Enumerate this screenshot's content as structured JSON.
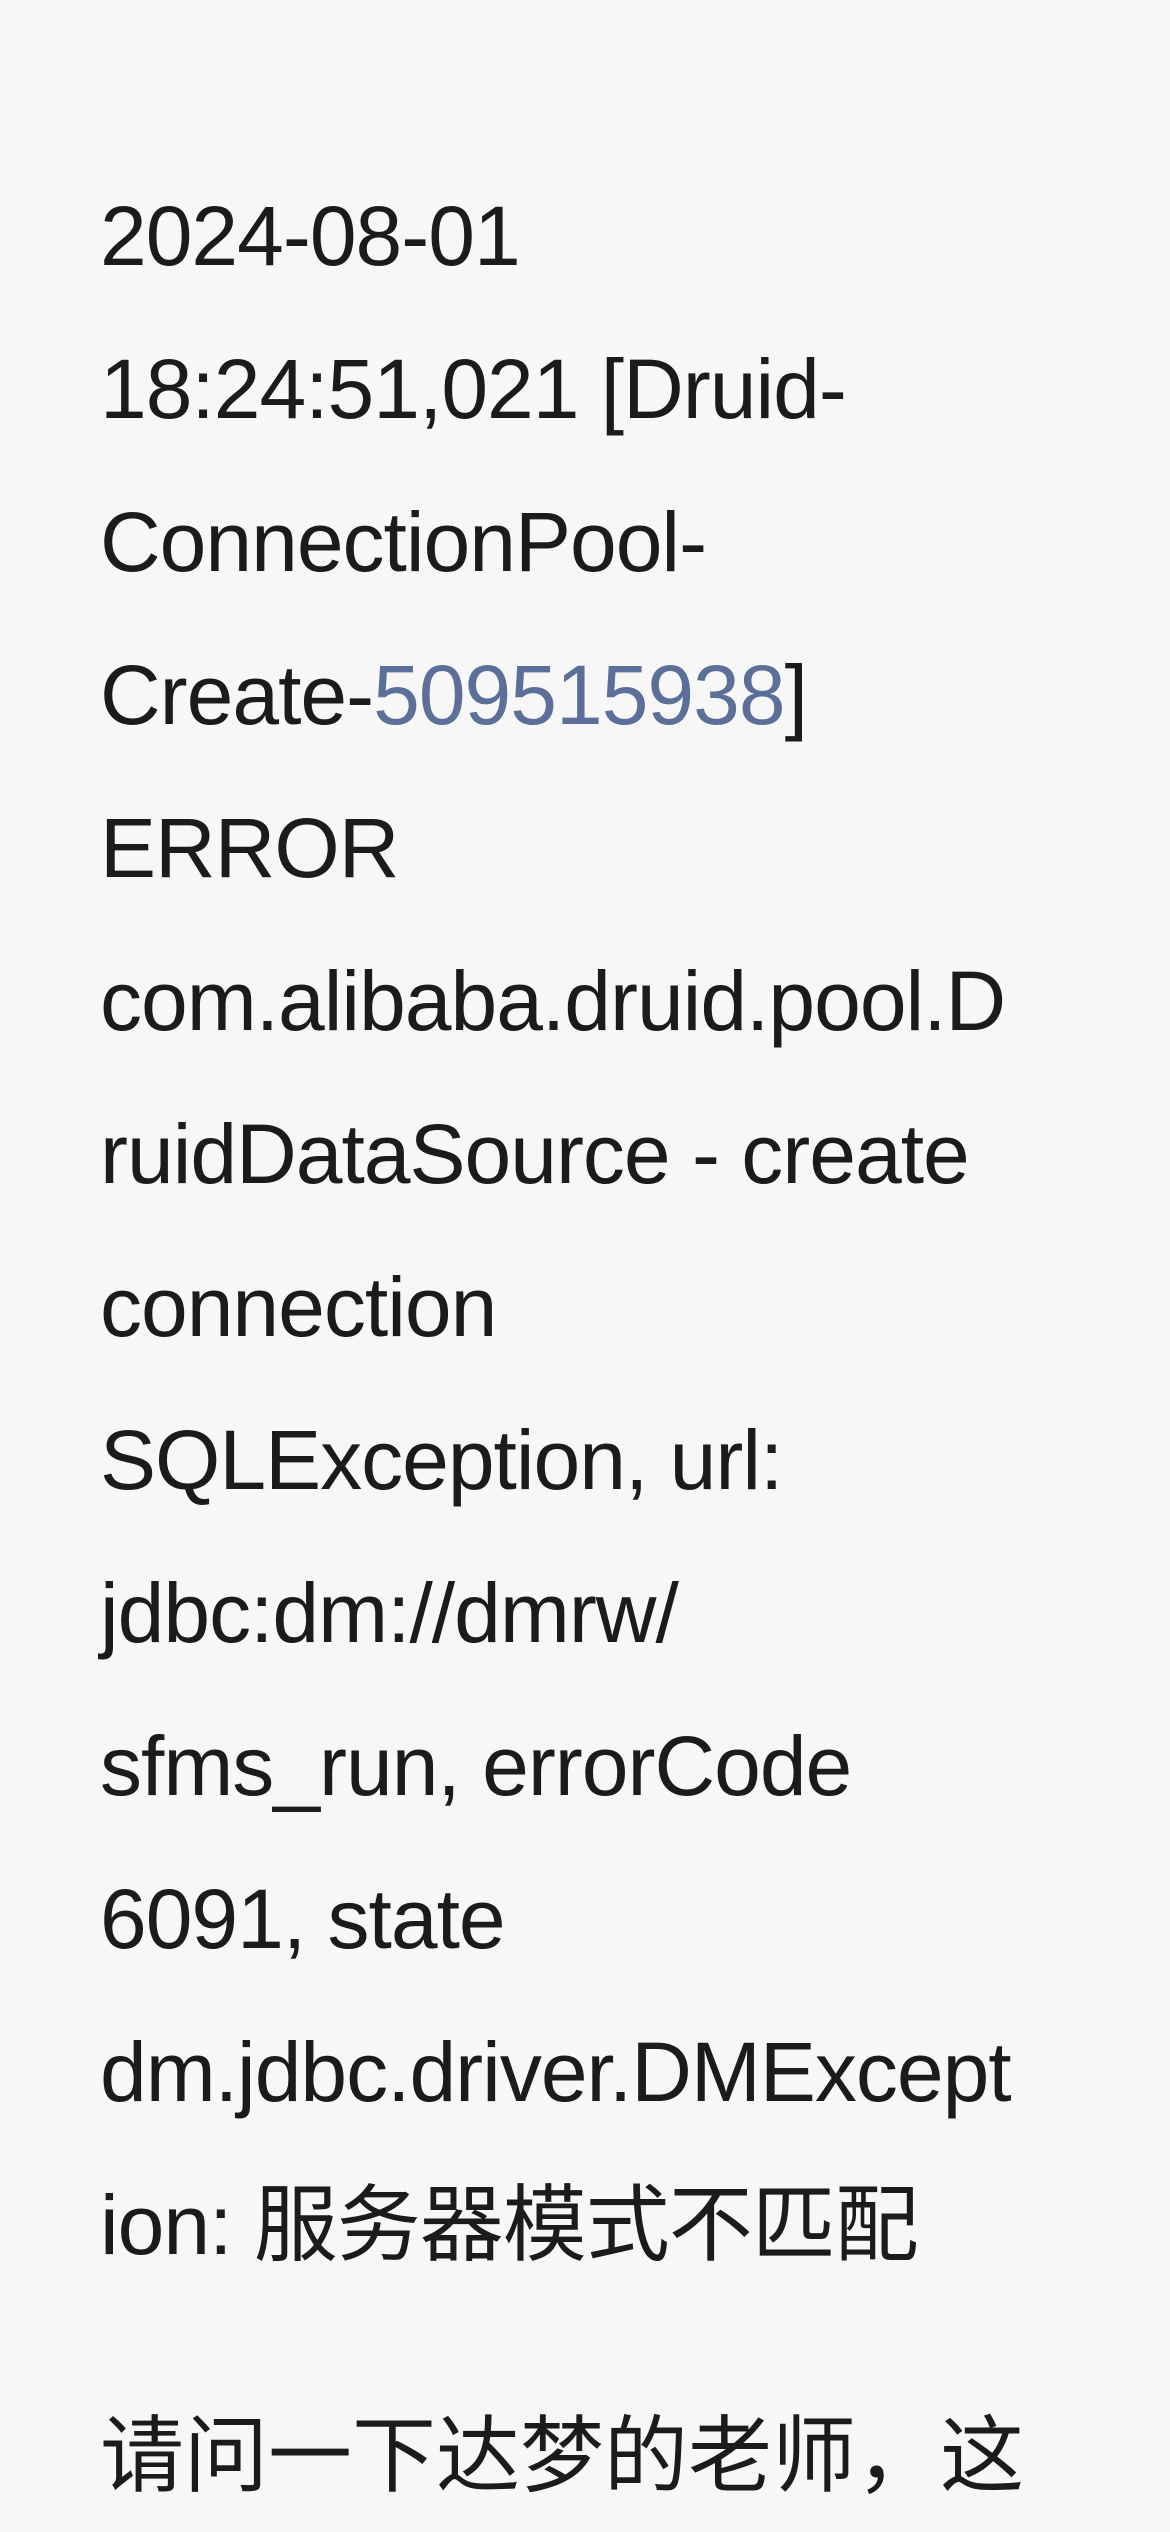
{
  "post": {
    "log": {
      "line1": "2024-08-01",
      "line2": "18:24:51,021 [Druid-",
      "line3": "ConnectionPool-",
      "line4_prefix": "Create-",
      "line4_number": "509515938",
      "line4_suffix": "]",
      "line5": "ERROR",
      "line6": "com.alibaba.druid.pool.D",
      "line7": "ruidDataSource - create",
      "line8": "connection",
      "line9": "SQLException, url:",
      "line10": "jdbc:dm://dmrw/",
      "line11": "sfms_run, errorCode",
      "line12": "6091, state",
      "line13": "dm.jdbc.driver.DMExcept",
      "line14": "ion: 服务器模式不匹配"
    },
    "question_text": "请问一下达梦的老师，这"
  },
  "colors": {
    "background": "#f7f7f7",
    "text": "#1b1b1b",
    "number_highlight": "#5c6f98"
  }
}
